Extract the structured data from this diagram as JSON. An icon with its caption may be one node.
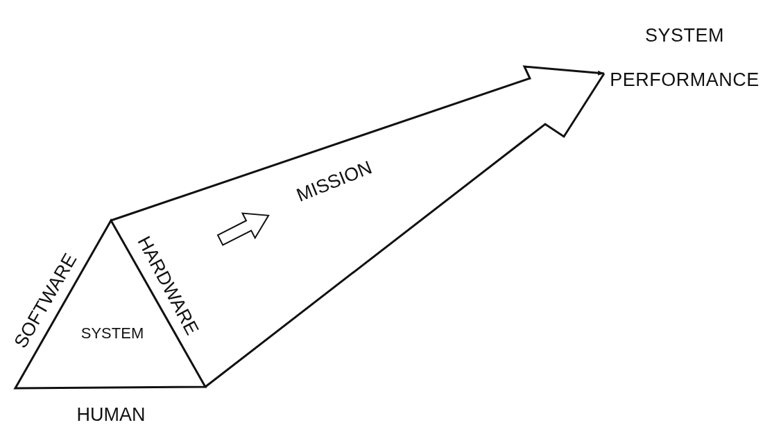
{
  "diagram": {
    "nodes": [
      {
        "text": [
          "SYSTEM"
        ],
        "beside": [
          "SOFTWARE",
          "HARDWARE",
          "HUMAN"
        ]
      },
      {
        "text": [
          "SYSTEM PERFORMANCE"
        ]
      }
    ],
    "edges": [
      {
        "from": 0,
        "to": 1,
        "arrow": "to",
        "label": "MISSION"
      }
    ]
  }
}
